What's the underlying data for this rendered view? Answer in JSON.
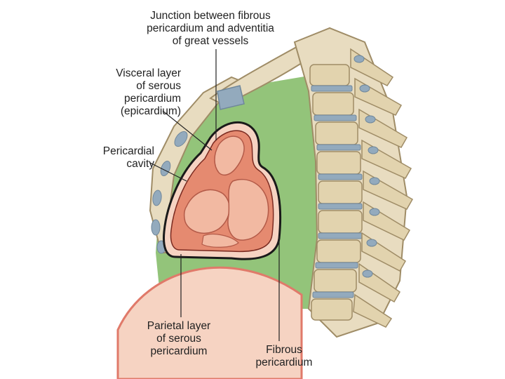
{
  "labels": {
    "junction": {
      "line1": "Junction between fibrous",
      "line2": "pericardium and adventitia",
      "line3": "of great vessels"
    },
    "visceral": {
      "line1": "Visceral layer",
      "line2": "of serous",
      "line3": "pericardium",
      "line4": "(epicardium)"
    },
    "cavity": {
      "line1": "Pericardial",
      "line2": "cavity"
    },
    "parietal": {
      "line1": "Parietal layer",
      "line2": "of serous",
      "line3": "pericardium"
    },
    "fibrous": {
      "line1": "Fibrous",
      "line2": "pericardium"
    }
  },
  "colors": {
    "mediastinum": "#93c47a",
    "bone": "#e8dcc0",
    "bone_shade": "#c9b991",
    "cartilage": "#93aabd",
    "heart": "#e58a70",
    "heart_light": "#f2b9a2",
    "diaphragm": "#f6d3c2",
    "leader": "#222222"
  }
}
